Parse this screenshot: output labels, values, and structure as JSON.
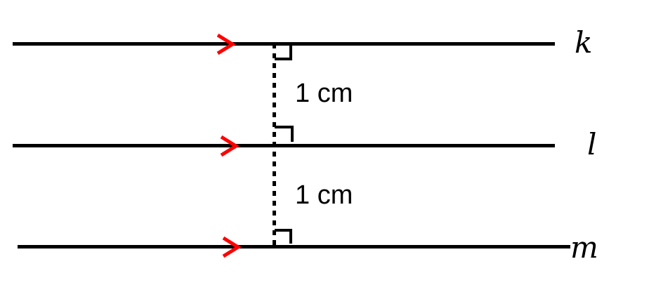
{
  "figure": {
    "type": "parallel-lines-diagram",
    "lines": [
      {
        "label": "k"
      },
      {
        "label": "l"
      },
      {
        "label": "m"
      }
    ],
    "measurements": [
      {
        "text": "1 cm"
      },
      {
        "text": "1 cm"
      }
    ],
    "colors": {
      "line": "#000000",
      "arrow": "#ff0000",
      "background": "#ffffff"
    }
  }
}
